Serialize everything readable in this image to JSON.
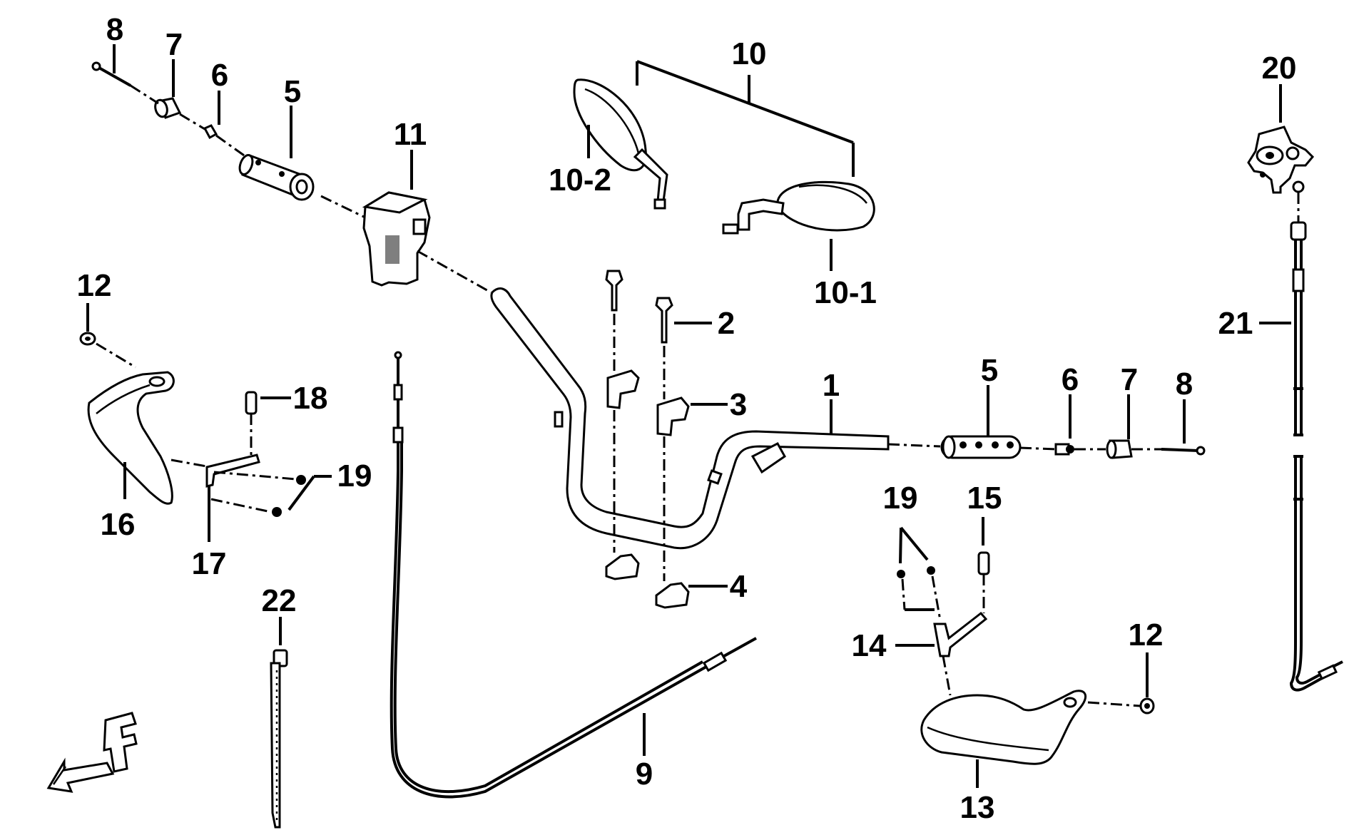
{
  "callouts": {
    "c1": "1",
    "c2": "2",
    "c3": "3",
    "c4": "4",
    "c5_left": "5",
    "c5_right": "5",
    "c6_left": "6",
    "c6_right": "6",
    "c7_left": "7",
    "c7_right": "7",
    "c8_left": "8",
    "c8_right": "8",
    "c9": "9",
    "c10": "10",
    "c10_1": "10-1",
    "c10_2": "10-2",
    "c11": "11",
    "c12_left": "12",
    "c12_right": "12",
    "c13": "13",
    "c14": "14",
    "c15": "15",
    "c16": "16",
    "c17": "17",
    "c18": "18",
    "c19_left": "19",
    "c19_right": "19",
    "c20": "20",
    "c21": "21",
    "c22": "22"
  },
  "icons": {
    "front_direction": "arrow-F-icon"
  },
  "colors": {
    "line": "#000000",
    "background": "#ffffff"
  }
}
